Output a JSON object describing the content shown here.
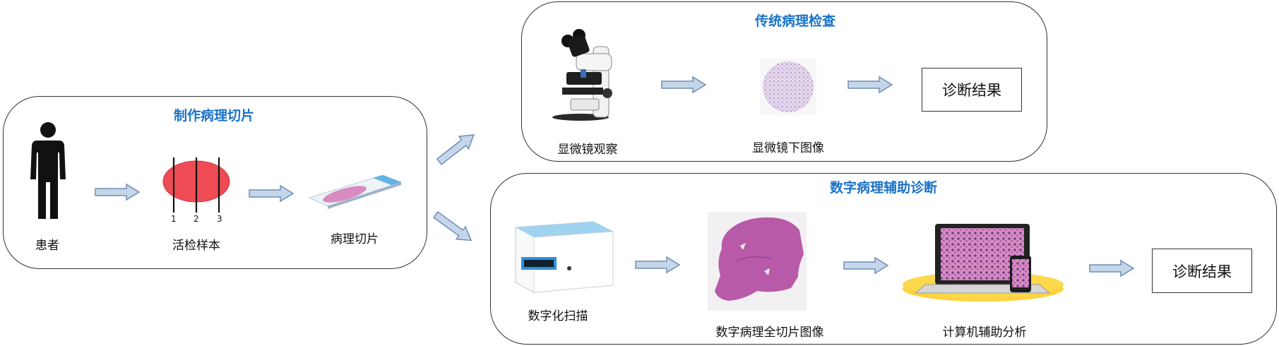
{
  "panels": {
    "slide_prep": {
      "title": "制作病理切片",
      "steps": {
        "patient": "患者",
        "biopsy": "活检样本",
        "slide": "病理切片"
      },
      "biopsy_numbers": [
        "1",
        "2",
        "3"
      ]
    },
    "traditional": {
      "title": "传统病理检查",
      "steps": {
        "microscope": "显微镜观察",
        "micro_image": "显微镜下图像"
      },
      "result": "诊断结果"
    },
    "digital": {
      "title": "数字病理辅助诊断",
      "steps": {
        "scan": "数字化扫描",
        "wsi": "数字病理全切片图像",
        "analysis": "计算机辅助分析"
      },
      "result": "诊断结果"
    }
  },
  "colors": {
    "title_blue": "#1a73c7",
    "arrow_fill": "#c5d6ea",
    "arrow_stroke": "#6f8db4",
    "specimen_red": "#ef4b55",
    "tissue_pink": "#b85aa7"
  },
  "icons": [
    "person-icon",
    "microscope-icon",
    "slide-glass-icon",
    "scanner-icon",
    "laptop-icon",
    "tablet-icon"
  ]
}
